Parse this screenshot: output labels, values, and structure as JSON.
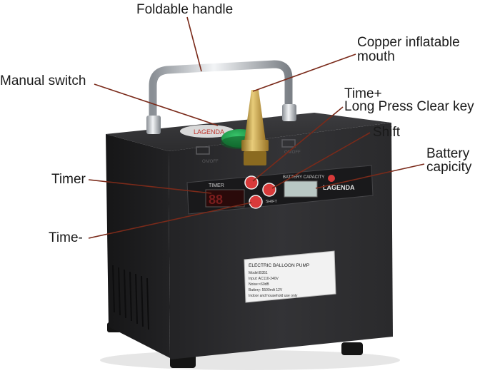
{
  "callouts": {
    "handle": "Foldable handle",
    "mouth_line1": "Copper inflatable",
    "mouth_line2": "mouth",
    "manual_switch": "Manual switch",
    "time_plus_line1": "Time+",
    "time_plus_line2": "Long Press Clear key",
    "shift": "Shift",
    "battery_line1": "Battery",
    "battery_line2": "capicity",
    "timer": "Timer",
    "time_minus": "Time-"
  },
  "device": {
    "brand": "LAGENDA",
    "panel_timer": "TIMER",
    "panel_battery": "BATTERY CAPACITY",
    "shift_key": "SHIFT",
    "on_off": "ON/OFF",
    "label_title": "ELECTRIC BALLOON PUMP",
    "label_lines": [
      "Model:B351",
      "Input: AC110-240V",
      "Noise:<60dB",
      "Battery: 5500mA  12V",
      "Indoor and household use only"
    ],
    "colors": {
      "body": "#2b2b2d",
      "panel": "#1b1b1d",
      "button_green": "#1e9e4a",
      "nozzle": "#c9a24a",
      "key_red": "#d83a3a"
    }
  }
}
